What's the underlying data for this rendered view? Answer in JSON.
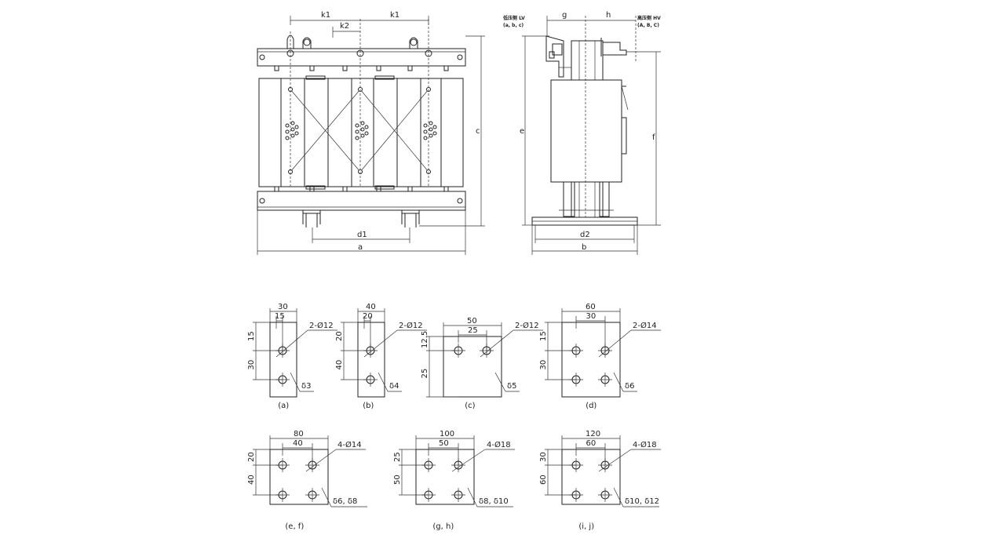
{
  "front_view": {
    "dims": {
      "k1_left": "k1",
      "k1_right": "k1",
      "k2": "k2",
      "c": "c",
      "d1": "d1",
      "a": "a"
    }
  },
  "side_view": {
    "lv_label": "低压侧 LV",
    "lv_terms": "(a, b, c)",
    "hv_label": "高压侧 HV",
    "hv_terms": "(A, B, C)",
    "dims": {
      "g": "g",
      "h": "h",
      "e": "e",
      "f": "f",
      "d2": "d2",
      "b": "b"
    }
  },
  "terminal_details": [
    {
      "caption": "(a)",
      "width": "30",
      "spacing": "15",
      "v1": "15",
      "v2": "30",
      "holes": "2-Ø12",
      "thickness": "δ3"
    },
    {
      "caption": "(b)",
      "width": "40",
      "spacing": "20",
      "v1": "20",
      "v2": "40",
      "holes": "2-Ø12",
      "thickness": "δ4"
    },
    {
      "caption": "(c)",
      "width": "50",
      "spacing": "25",
      "v1": "12.5",
      "v2": "25",
      "holes": "2-Ø12",
      "thickness": "δ5"
    },
    {
      "caption": "(d)",
      "width": "60",
      "spacing": "30",
      "v1": "15",
      "v2": "30",
      "holes": "2-Ø14",
      "thickness": "δ6"
    },
    {
      "caption": "(e, f)",
      "width": "80",
      "spacing": "40",
      "v1": "20",
      "v2": "40",
      "holes": "4-Ø14",
      "thickness": "δ6, δ8"
    },
    {
      "caption": "(g, h)",
      "width": "100",
      "spacing": "50",
      "v1": "25",
      "v2": "50",
      "holes": "4-Ø18",
      "thickness": "δ8, δ10"
    },
    {
      "caption": "(i, j)",
      "width": "120",
      "spacing": "60",
      "v1": "30",
      "v2": "60",
      "holes": "4-Ø18",
      "thickness": "δ10, δ12"
    }
  ]
}
